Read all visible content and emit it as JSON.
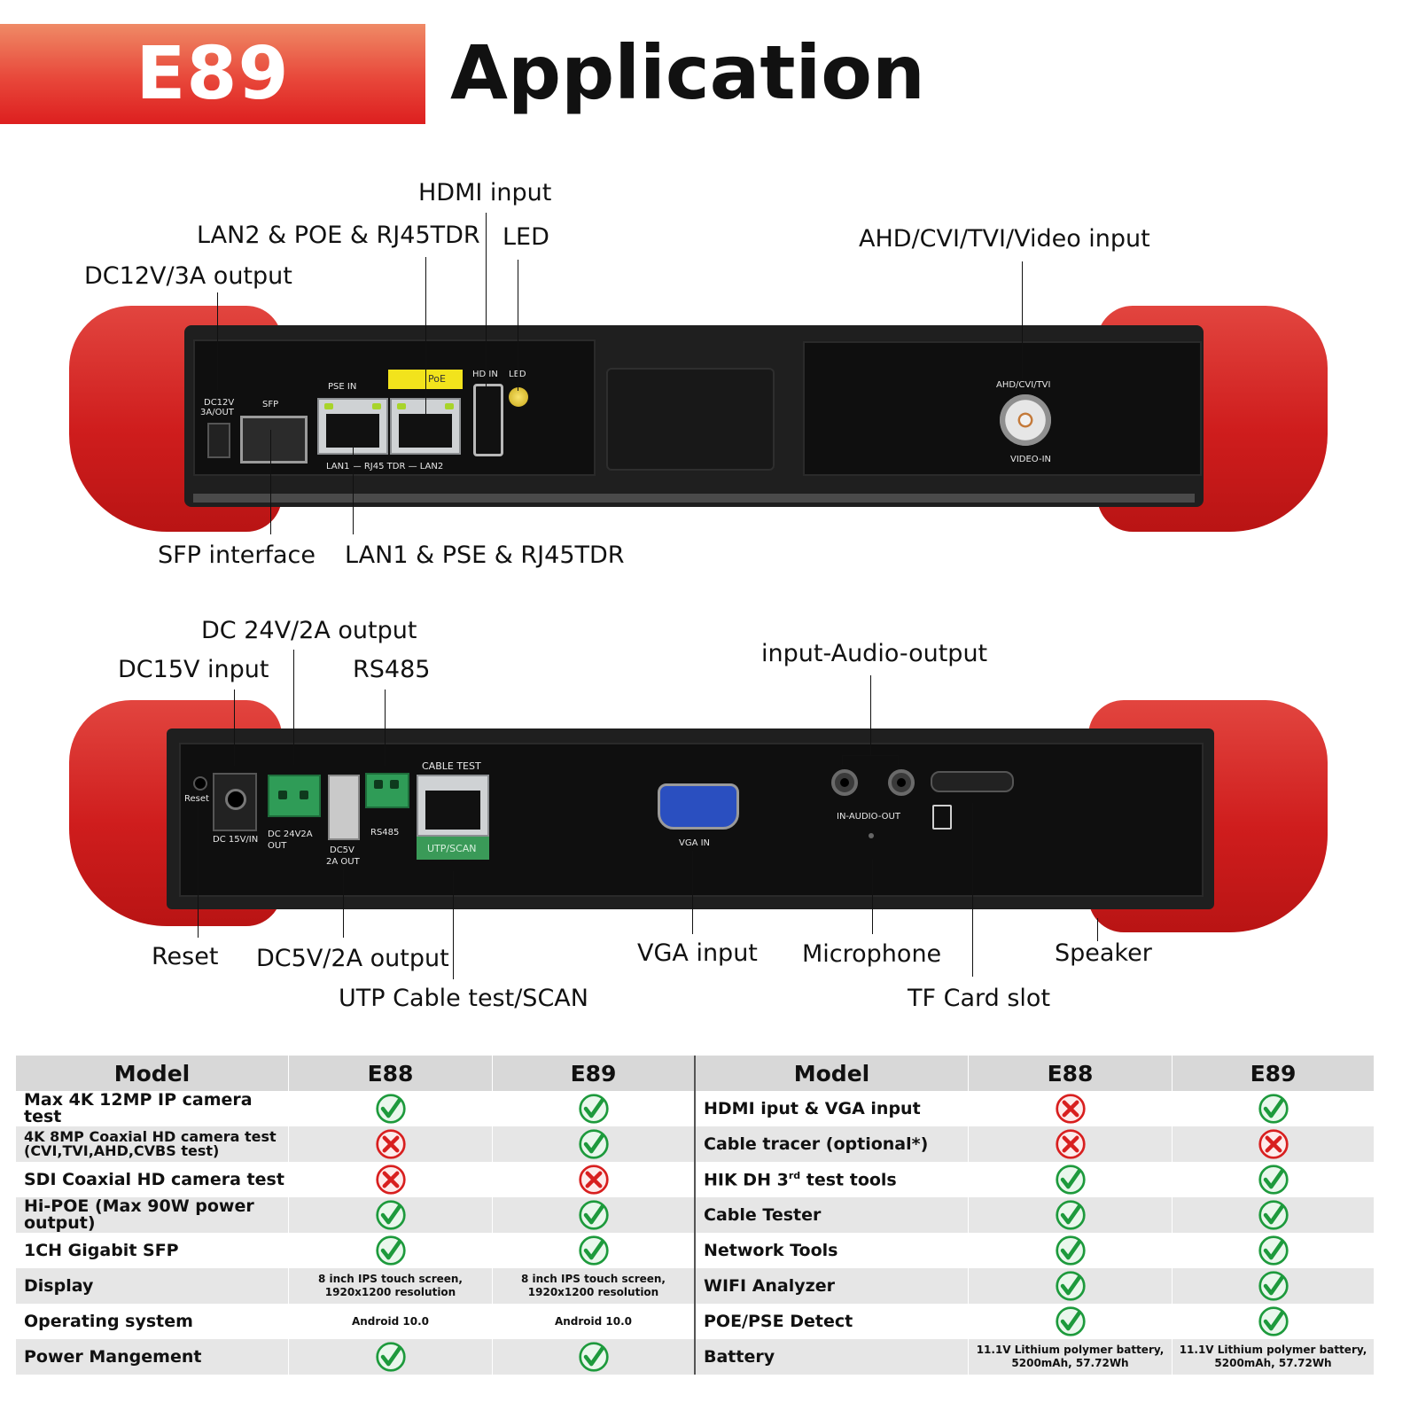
{
  "header": {
    "badge": "E89",
    "title": "Application"
  },
  "top_labels": {
    "hdmi": "HDMI input",
    "lan2": "LAN2 & POE & RJ45TDR",
    "led": "LED",
    "dc12": "DC12V/3A output",
    "ahd": "AHD/CVI/TVI/Video input",
    "sfp": "SFP interface",
    "lan1": "LAN1 & PSE & RJ45TDR"
  },
  "top_silk": {
    "dc12": "DC12V",
    "dc12b": "3A/OUT",
    "sfp": "SFP",
    "pse_in": "PSE IN",
    "poe": "PoE",
    "hdin": "HD IN",
    "led": "LED",
    "lan_row": "LAN1 — RJ45 TDR — LAN2",
    "ahd": "AHD/CVI/TVI",
    "video_in": "VIDEO-IN"
  },
  "bottom_labels": {
    "dc24": "DC 24V/2A output",
    "dc15": "DC15V input",
    "rs485": "RS485",
    "audio": "input-Audio-output",
    "reset": "Reset",
    "dc5": "DC5V/2A output",
    "utp": "UTP Cable test/SCAN",
    "vga": "VGA input",
    "mic": "Microphone",
    "speaker": "Speaker",
    "tf": "TF Card slot"
  },
  "bottom_silk": {
    "reset": "Reset",
    "dc15": "DC 15V/IN",
    "dc24a": "DC 24V2A",
    "dc24b": "OUT",
    "dc5a": "DC5V",
    "dc5b": "2A OUT",
    "rs485": "RS485",
    "cable_test": "CABLE TEST",
    "utp_scan": "UTP/SCAN",
    "vga_in": "VGA IN",
    "audio": "IN-AUDIO-OUT"
  },
  "table": {
    "headers": [
      "Model",
      "E88",
      "E89",
      "Model",
      "E88",
      "E89"
    ],
    "left_rows": [
      {
        "label": "Max 4K 12MP IP camera test",
        "e88": "yes",
        "e89": "yes"
      },
      {
        "label": "4K 8MP Coaxial HD camera test",
        "sub": "(CVI,TVI,AHD,CVBS test)",
        "e88": "no",
        "e89": "yes"
      },
      {
        "label": "SDI Coaxial HD camera test",
        "e88": "no",
        "e89": "no"
      },
      {
        "label": "Hi-POE (Max 90W power output)",
        "e88": "yes",
        "e89": "yes"
      },
      {
        "label": "1CH Gigabit SFP",
        "e88": "yes",
        "e89": "yes"
      },
      {
        "label": "Display",
        "e88_text": "8 inch IPS touch screen, 1920x1200 resolution",
        "e89_text": "8 inch IPS touch screen, 1920x1200 resolution"
      },
      {
        "label": "Operating system",
        "e88_text": "Android 10.0",
        "e89_text": "Android 10.0"
      },
      {
        "label": "Power Mangement",
        "e88": "yes",
        "e89": "yes"
      }
    ],
    "right_rows": [
      {
        "label": "HDMI iput & VGA input",
        "e88": "no",
        "e89": "yes"
      },
      {
        "label": "Cable tracer (optional*)",
        "e88": "no",
        "e89": "no"
      },
      {
        "label": "HIK DH 3rd test tools",
        "e88": "yes",
        "e89": "yes"
      },
      {
        "label": "Cable Tester",
        "e88": "yes",
        "e89": "yes"
      },
      {
        "label": "Network Tools",
        "e88": "yes",
        "e89": "yes"
      },
      {
        "label": "WIFI Analyzer",
        "e88": "yes",
        "e89": "yes"
      },
      {
        "label": "POE/PSE Detect",
        "e88": "yes",
        "e89": "yes"
      },
      {
        "label": "Battery",
        "e88_text": "11.1V Lithium polymer battery, 5200mAh, 57.72Wh",
        "e89_text": "11.1V Lithium polymer battery, 5200mAh, 57.72Wh"
      }
    ]
  },
  "colors": {
    "brand_red": "#dd1f1f",
    "check_green": "#2db34a",
    "cross_red": "#e02020"
  }
}
